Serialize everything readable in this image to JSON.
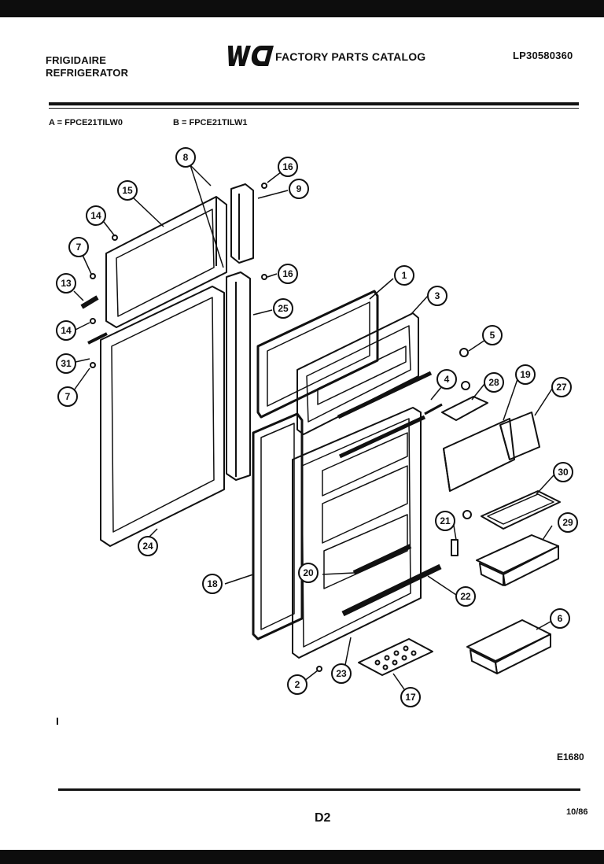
{
  "header": {
    "brand_line1": "FRIGIDAIRE",
    "brand_line2": "REFRIGERATOR",
    "catalog_title": "FACTORY PARTS CATALOG",
    "doc_code": "LP30580360"
  },
  "models": {
    "a": "A = FPCE21TILW0",
    "b": "B = FPCE21TILW1"
  },
  "callouts": [
    "1",
    "2",
    "3",
    "4",
    "5",
    "6",
    "7",
    "7",
    "8",
    "9",
    "13",
    "14",
    "14",
    "15",
    "16",
    "16",
    "17",
    "18",
    "19",
    "20",
    "21",
    "22",
    "23",
    "24",
    "25",
    "27",
    "28",
    "29",
    "30",
    "31"
  ],
  "footer": {
    "figure_id": "E1680",
    "page": "D2",
    "date": "10/86"
  },
  "colors": {
    "ink": "#111111",
    "paper": "#ffffff"
  }
}
